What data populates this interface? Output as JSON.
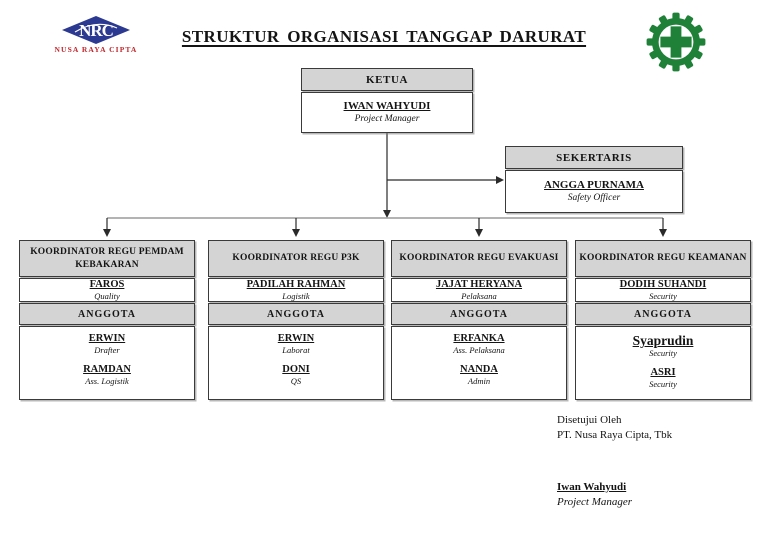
{
  "brand": {
    "acronym": "NRC",
    "company": "NUSA RAYA CIPTA",
    "diamond_color": "#2b3990",
    "name_color": "#c1272d"
  },
  "header": {
    "title": "STRUKTUR ORGANISASI TANGGAP DARURAT"
  },
  "safety_icon": {
    "name": "gear-cross-safety-icon",
    "color": "#1f8038"
  },
  "colors": {
    "box_header_gray": "#d4d4d4",
    "border": "#3a3a3a",
    "connector_gray": "#9a9a9a"
  },
  "chart": {
    "ketua": {
      "title": "KETUA",
      "name": "IWAN WAHYUDI",
      "role": "Project Manager"
    },
    "sekertaris": {
      "title": "SEKERTARIS",
      "name": "ANGGA PURNAMA",
      "role": "Safety Officer"
    },
    "teams": [
      {
        "title": "KOORDINATOR REGU PEMDAM KEBAKARAN",
        "coordinator": {
          "name": "FAROS",
          "role": "Quality"
        },
        "anggota_label": "ANGGOTA",
        "members": [
          {
            "name": "ERWIN",
            "role": "Drafter"
          },
          {
            "name": "RAMDAN",
            "role": "Ass. Logistik"
          }
        ]
      },
      {
        "title": "KOORDINATOR REGU P3K",
        "coordinator": {
          "name": "PADILAH RAHMAN",
          "role": "Logistik"
        },
        "anggota_label": "ANGGOTA",
        "members": [
          {
            "name": "ERWIN",
            "role": "Laborat"
          },
          {
            "name": "DONI",
            "role": "QS"
          }
        ]
      },
      {
        "title": "KOORDINATOR REGU EVAKUASI",
        "coordinator": {
          "name": "JAJAT HERYANA",
          "role": "Pelaksana"
        },
        "anggota_label": "ANGGOTA",
        "members": [
          {
            "name": "ERFANKA",
            "role": "Ass. Pelaksana"
          },
          {
            "name": "NANDA",
            "role": "Admin"
          }
        ]
      },
      {
        "title": "KOORDINATOR REGU KEAMANAN",
        "coordinator": {
          "name": "DODIH SUHANDI",
          "role": "Security"
        },
        "anggota_label": "ANGGOTA",
        "members": [
          {
            "name": "Syaprudin",
            "role": "Security"
          },
          {
            "name": "ASRI",
            "role": "Security"
          }
        ]
      }
    ]
  },
  "approval": {
    "line1": "Disetujui Oleh",
    "line2": "PT. Nusa Raya Cipta, Tbk",
    "signer_name": "Iwan Wahyudi",
    "signer_role": "Project Manager"
  }
}
